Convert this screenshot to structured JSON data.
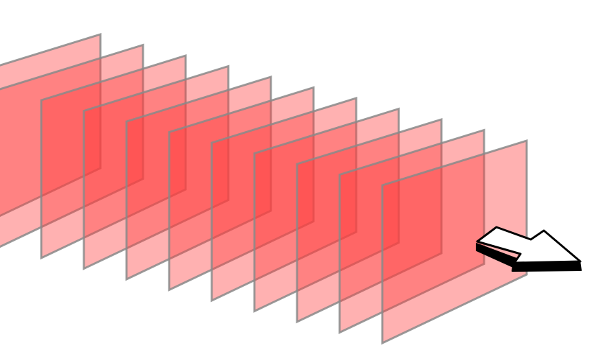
{
  "diagram": {
    "frame_count": 11,
    "frame_fill": "#ff3b3b",
    "frame_fill_opacity": 0.4,
    "frame_stroke": "#8a8a8a",
    "frame_stroke_opacity": 0.85,
    "arrow": {
      "icon": "direction-arrow-icon",
      "fill": "#ffffff",
      "outline": "#000000",
      "side_fill": "#000000"
    },
    "background": "#ffffff"
  }
}
